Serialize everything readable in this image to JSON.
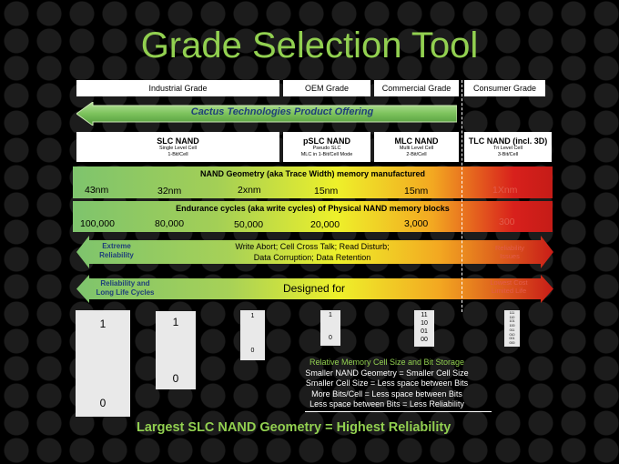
{
  "title": "Grade Selection Tool",
  "grades": [
    "Industrial Grade",
    "OEM  Grade",
    "Commercial Grade",
    "Consumer Grade"
  ],
  "offering": "Cactus Technologies Product Offering",
  "nand_types": [
    {
      "name": "SLC NAND",
      "sub1": "Single Level Cell",
      "sub2": "1-Bit/Cell"
    },
    {
      "name": "pSLC NAND",
      "sub1": "Pseudo SLC",
      "sub2": "MLC in 1-Bit/Cell Mode"
    },
    {
      "name": "MLC NAND",
      "sub1": "Multi Level Cell",
      "sub2": "2-Bit/Cell"
    },
    {
      "name": "TLC NAND (incl. 3D)",
      "sub1": "Tri Level Cell",
      "sub2": "3-Bit/Cell"
    }
  ],
  "geometry": {
    "label": "NAND Geometry (aka Trace Width) memory manufactured",
    "values": [
      "43nm",
      "32nm",
      "2xnm",
      "15nm",
      "15nm",
      "1Xnm"
    ]
  },
  "endurance": {
    "label": "Endurance cycles (aka write cycles) of Physical NAND memory blocks",
    "values": [
      "100,000",
      "80,000",
      "50,000",
      "20,000",
      "3,000",
      "300"
    ]
  },
  "arrow1": {
    "left": [
      "Extreme",
      "Reliability"
    ],
    "middle": [
      "Write Abort;  Cell Cross Talk; Read Disturb;",
      "Data Corruption;  Data Retention"
    ],
    "right": [
      "Reliability",
      "Issues"
    ]
  },
  "arrow2": {
    "left": [
      "Reliability  and",
      "Long Life Cycles"
    ],
    "middle": "Designed for",
    "right": [
      "Lowest Cost",
      "Limited Life"
    ]
  },
  "cells": {
    "c1": [
      "1",
      "0"
    ],
    "c2": [
      "1",
      "0"
    ],
    "c3": [
      "1",
      "0"
    ],
    "c4": [
      "1",
      "0"
    ],
    "c5": [
      "11",
      "10",
      "01",
      "00"
    ],
    "c6": [
      "111",
      "110",
      "101",
      "100",
      "011",
      "010",
      "001",
      "000"
    ]
  },
  "info": {
    "heading": "Relative Memory Cell Size and Bit Storage",
    "lines": [
      "Smaller NAND Geometry = Smaller Cell Size",
      "Smaller Cell Size = Less space between Bits",
      "More Bits/Cell = Less space between Bits",
      "Less space between Bits = Less Reliability"
    ]
  },
  "bottom": "Largest SLC NAND Geometry = Highest Reliability"
}
